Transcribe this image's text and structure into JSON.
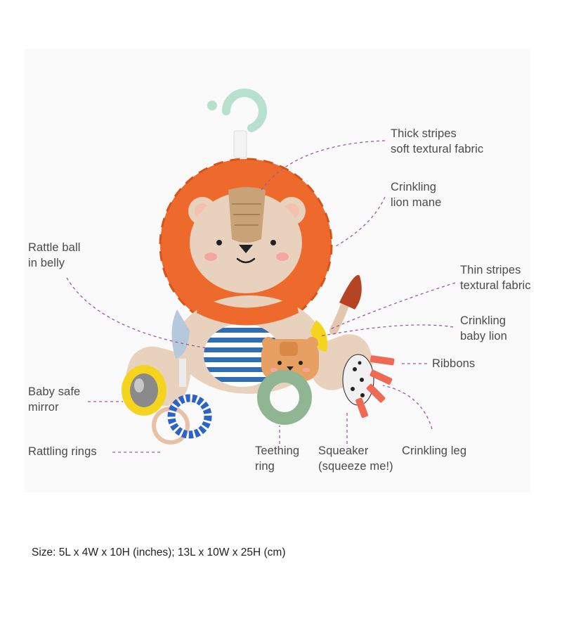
{
  "colors": {
    "leader": "#9c5a9c",
    "mane": "#ee6a2c",
    "mane_dark": "#d4541c",
    "fur": "#e9d2bd",
    "stripe_blue": "#2f6eb5",
    "teether_green": "#8fb592",
    "ring_blue": "#2b63c9",
    "ring_peach": "#e9bfa6",
    "mirror_yellow": "#f4d41e",
    "hook_mint": "#b8e0cf"
  },
  "labels": [
    {
      "id": "thick-stripes",
      "text": "Thick stripes\nsoft textural fabric"
    },
    {
      "id": "crinkling-mane",
      "text": "Crinkling\nlion mane"
    },
    {
      "id": "rattle-ball",
      "text": "Rattle ball\nin belly"
    },
    {
      "id": "thin-stripes",
      "text": "Thin stripes\ntextural fabric"
    },
    {
      "id": "crinkling-baby-lion",
      "text": "Crinkling\nbaby lion"
    },
    {
      "id": "ribbons",
      "text": "Ribbons"
    },
    {
      "id": "baby-safe-mirror",
      "text": "Baby safe\nmirror"
    },
    {
      "id": "rattling-rings",
      "text": "Rattling rings"
    },
    {
      "id": "teething-ring",
      "text": "Teething\nring"
    },
    {
      "id": "squeaker",
      "text": "Squeaker\n(squeeze me!)"
    },
    {
      "id": "crinkling-leg",
      "text": "Crinkling leg"
    }
  ],
  "size_text": "Size: 5L x 4W x 10H (inches); 13L x 10W x 25H (cm)"
}
